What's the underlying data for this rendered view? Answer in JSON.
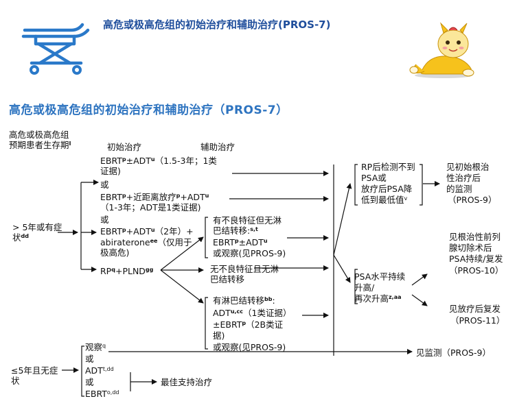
{
  "header": {
    "title": "高危或极高危组的初始治疗和辅助治疗(PROS-7)"
  },
  "section": {
    "title": "高危或极高危组的初始治疗和辅助治疗（PROS-7）"
  },
  "columns": {
    "risk_line1": "高危或极高危组",
    "risk_line2": "预期患者生存期",
    "risk_sup": "I",
    "initial": "初始治疗",
    "adjuvant": "辅助治疗"
  },
  "life": {
    "gt5": "> 5年或有症",
    "gt5b": "状",
    "gt5_sup": "dd",
    "le5": "≤5年且无症",
    "le5b": "状"
  },
  "init": {
    "o1a": "EBRT",
    "o1a_s1": "p",
    "o1a_mid": "±ADT",
    "o1a_s2": "u",
    "o1a_tail": "（1.5-3年；1类",
    "o1b": "证据)",
    "or1": "或",
    "o2a": "EBRT",
    "o2a_s1": "p",
    "o2a_mid": "+近距离放疗",
    "o2a_s2": "p",
    "o2a_mid2": "+ADT",
    "o2a_s3": "u",
    "o2b": "（1-3年；ADT是1类证据)",
    "or2": "或",
    "o3a": "EBRT",
    "o3a_s1": "p",
    "o3a_mid": "+ADT",
    "o3a_s2": "u",
    "o3a_tail": "（2年）+",
    "o3b": "abiraterone",
    "o3b_s": "ee",
    "o3b_tail": "（仅用于",
    "o3c": "极高危)",
    "rp": "RP",
    "rp_s1": "q",
    "rp_mid": "+PLND",
    "rp_s2": "gg"
  },
  "adj": {
    "a1_l1": "有不良特征但无淋",
    "a1_l2": "巴结转移:",
    "a1_l2_s": "s,t",
    "a1_l3": "EBRT",
    "a1_l3_s1": "p",
    "a1_l3_mid": "±ADT",
    "a1_l3_s2": "u",
    "a1_l4": "或观察(见PROS-9)",
    "a2_l1": "无不良特征且无淋",
    "a2_l2": "巴结转移",
    "a3_l1": "有淋巴结转移",
    "a3_l1_s": "bb",
    "a3_l1_tail": ":",
    "a3_l2": "ADT",
    "a3_l2_s": "u,cc",
    "a3_l2_tail": "（1类证据）",
    "a3_l3": "±EBRT",
    "a3_l3_s": "p",
    "a3_l3_tail": "（2B类证",
    "a3_l4": "据)",
    "a3_l5": "或观察(见PROS-9)"
  },
  "outcomes": {
    "psa_low_l1": "RP后检测不到",
    "psa_low_l2": "PSA或",
    "psa_low_l3": "放疗后PSA降",
    "psa_low_l4": "低到最低值",
    "psa_low_s": "v",
    "psa_high_l1": "PSA水平持续",
    "psa_high_l2": "升高/",
    "psa_high_l3": "再次升高",
    "psa_high_s": "z,aa",
    "r1_l1": "见初始根治",
    "r1_l2": "性治疗后",
    "r1_l3": "的监测",
    "r1_l4": "（PROS-9）",
    "r2_l1": "见根治性前列",
    "r2_l2": "腺切除术后",
    "r2_l3": "PSA持续/复发",
    "r2_l4": "（PROS-10）",
    "r3_l1": "见放疗后复发",
    "r3_l2": "（PROS-11）",
    "monitor": "见监测（PROS-9）"
  },
  "short_life": {
    "obs": "观察",
    "obs_s": "q",
    "or1": "或",
    "adt": "ADT",
    "adt_s": "t,dd",
    "or2": "或",
    "ebrt": "EBRT",
    "ebrt_s": "o,dd",
    "best": "最佳支持治疗"
  },
  "colors": {
    "header": "#1f4e9c",
    "section": "#2e74c0",
    "icon": "#2a79c9",
    "mascot": "#f6c21c"
  },
  "icons": {
    "stretcher": "stretcher-icon",
    "mascot": "mascot-illustration"
  }
}
